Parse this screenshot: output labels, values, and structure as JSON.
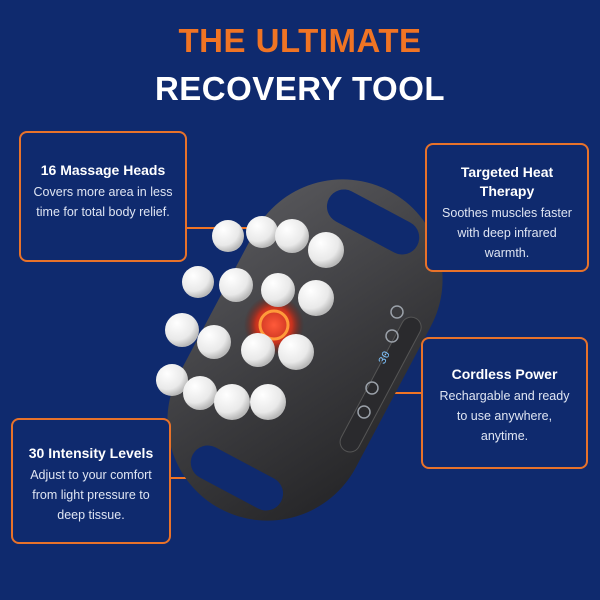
{
  "title": {
    "line1": "THE ULTIMATE",
    "line2": "RECOVERY TOOL"
  },
  "features": {
    "massage_heads": {
      "heading": "16 Massage Heads",
      "text": "Covers more area in less time for total body relief."
    },
    "heat": {
      "heading": "Targeted Heat Therapy",
      "text": "Soothes muscles faster with deep infrared warmth."
    },
    "power": {
      "heading": "Cordless Power",
      "text": "Rechargable and ready to use anywhere, anytime."
    },
    "levels": {
      "heading": "30 Intensity Levels",
      "text": "Adjust to your comfort from light pressure to deep tissue."
    }
  },
  "device": {
    "display_text": "30"
  },
  "colors": {
    "background": "#0f2a6e",
    "accent": "#f07424",
    "device_body": "#3d3d40"
  }
}
